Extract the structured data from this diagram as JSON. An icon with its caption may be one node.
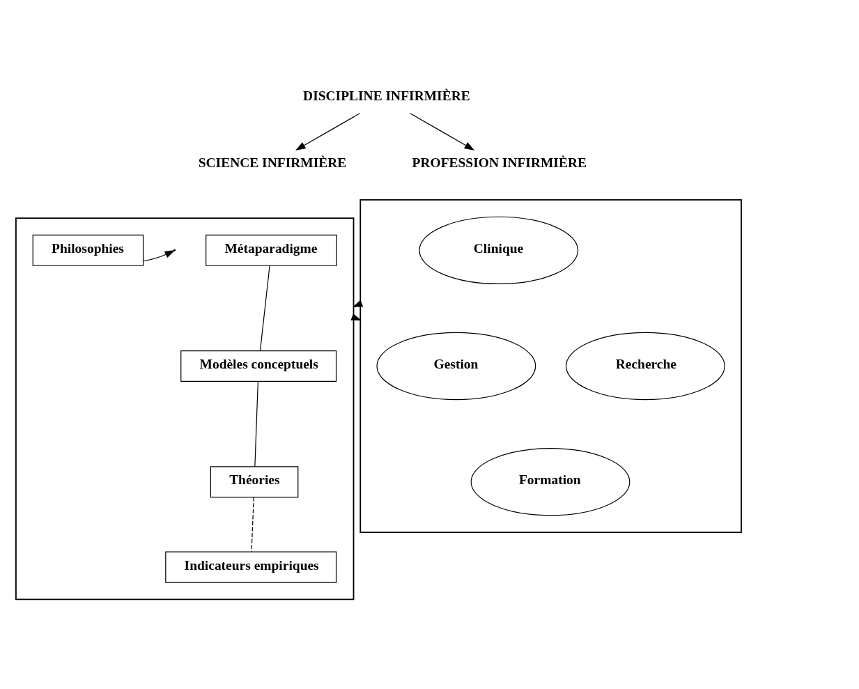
{
  "diagram": {
    "nodes": [
      {
        "text": [
          "DISCIPLINE INFIRMIÈRE"
        ]
      },
      {
        "text": [
          "SCIENCE INFIRMIÈRE"
        ]
      },
      {
        "text": [
          "PROFESSION INFIRMIÈRE"
        ]
      },
      {
        "text": [],
        "shape": "box"
      },
      {
        "text": [
          "Métaparadigme"
        ],
        "in": 3
      },
      {
        "text": [
          "Philosophies"
        ],
        "in": 3
      },
      {
        "text": [
          "Modèles conceptuels"
        ],
        "in": 3
      },
      {
        "text": [
          "Théories"
        ],
        "in": 3
      },
      {
        "text": [
          "Indicateurs empiriques"
        ],
        "in": 3
      },
      {
        "text": [],
        "shape": "box"
      },
      {
        "text": [
          "Clinique"
        ],
        "in": 9
      },
      {
        "text": [
          "Gestion"
        ],
        "in": 9
      },
      {
        "text": [
          "Recherche"
        ],
        "in": 9
      },
      {
        "text": [
          "Formation"
        ],
        "in": 9
      }
    ],
    "edges": [
      {
        "from": 0,
        "to": 1,
        "arrow": "to"
      },
      {
        "from": 0,
        "to": 2,
        "arrow": "to"
      },
      {
        "from": 4,
        "to": 6,
        "arrow": "none"
      },
      {
        "from": 5,
        "to": null,
        "arrow": "to"
      },
      {
        "from": 6,
        "to": 7,
        "arrow": "none"
      },
      {
        "from": 7,
        "to": 8,
        "arrow": "none",
        "style": "dashed"
      },
      {
        "from": 3,
        "to": 9,
        "arrow": "to"
      },
      {
        "from": 9,
        "to": 3,
        "arrow": "to"
      }
    ]
  }
}
